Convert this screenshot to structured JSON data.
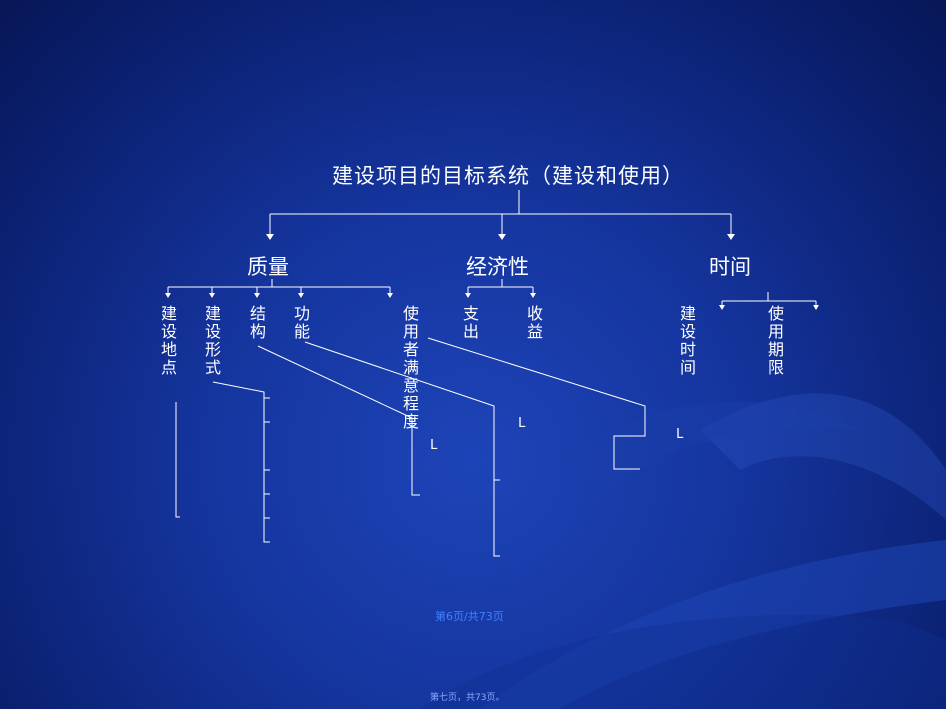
{
  "diagram": {
    "root": "建设项目的目标系统（建设和使用）",
    "categories": [
      {
        "label": "质量",
        "items": [
          "建设地点",
          "建设形式",
          "结构",
          "功能",
          "使用者满意程度"
        ]
      },
      {
        "label": "经济性",
        "items": [
          "支出",
          "收益"
        ]
      },
      {
        "label": "时间",
        "items": [
          "建设时间",
          "使用期限"
        ]
      }
    ],
    "marks": [
      "L",
      "L",
      "L"
    ]
  },
  "footer": {
    "page_indicator": "第6页/共73页",
    "page_indicator_small": "第七页，共73页。"
  },
  "colors": {
    "background": "#15359e",
    "line": "#ffffff",
    "footer_text": "#3f82ff"
  }
}
